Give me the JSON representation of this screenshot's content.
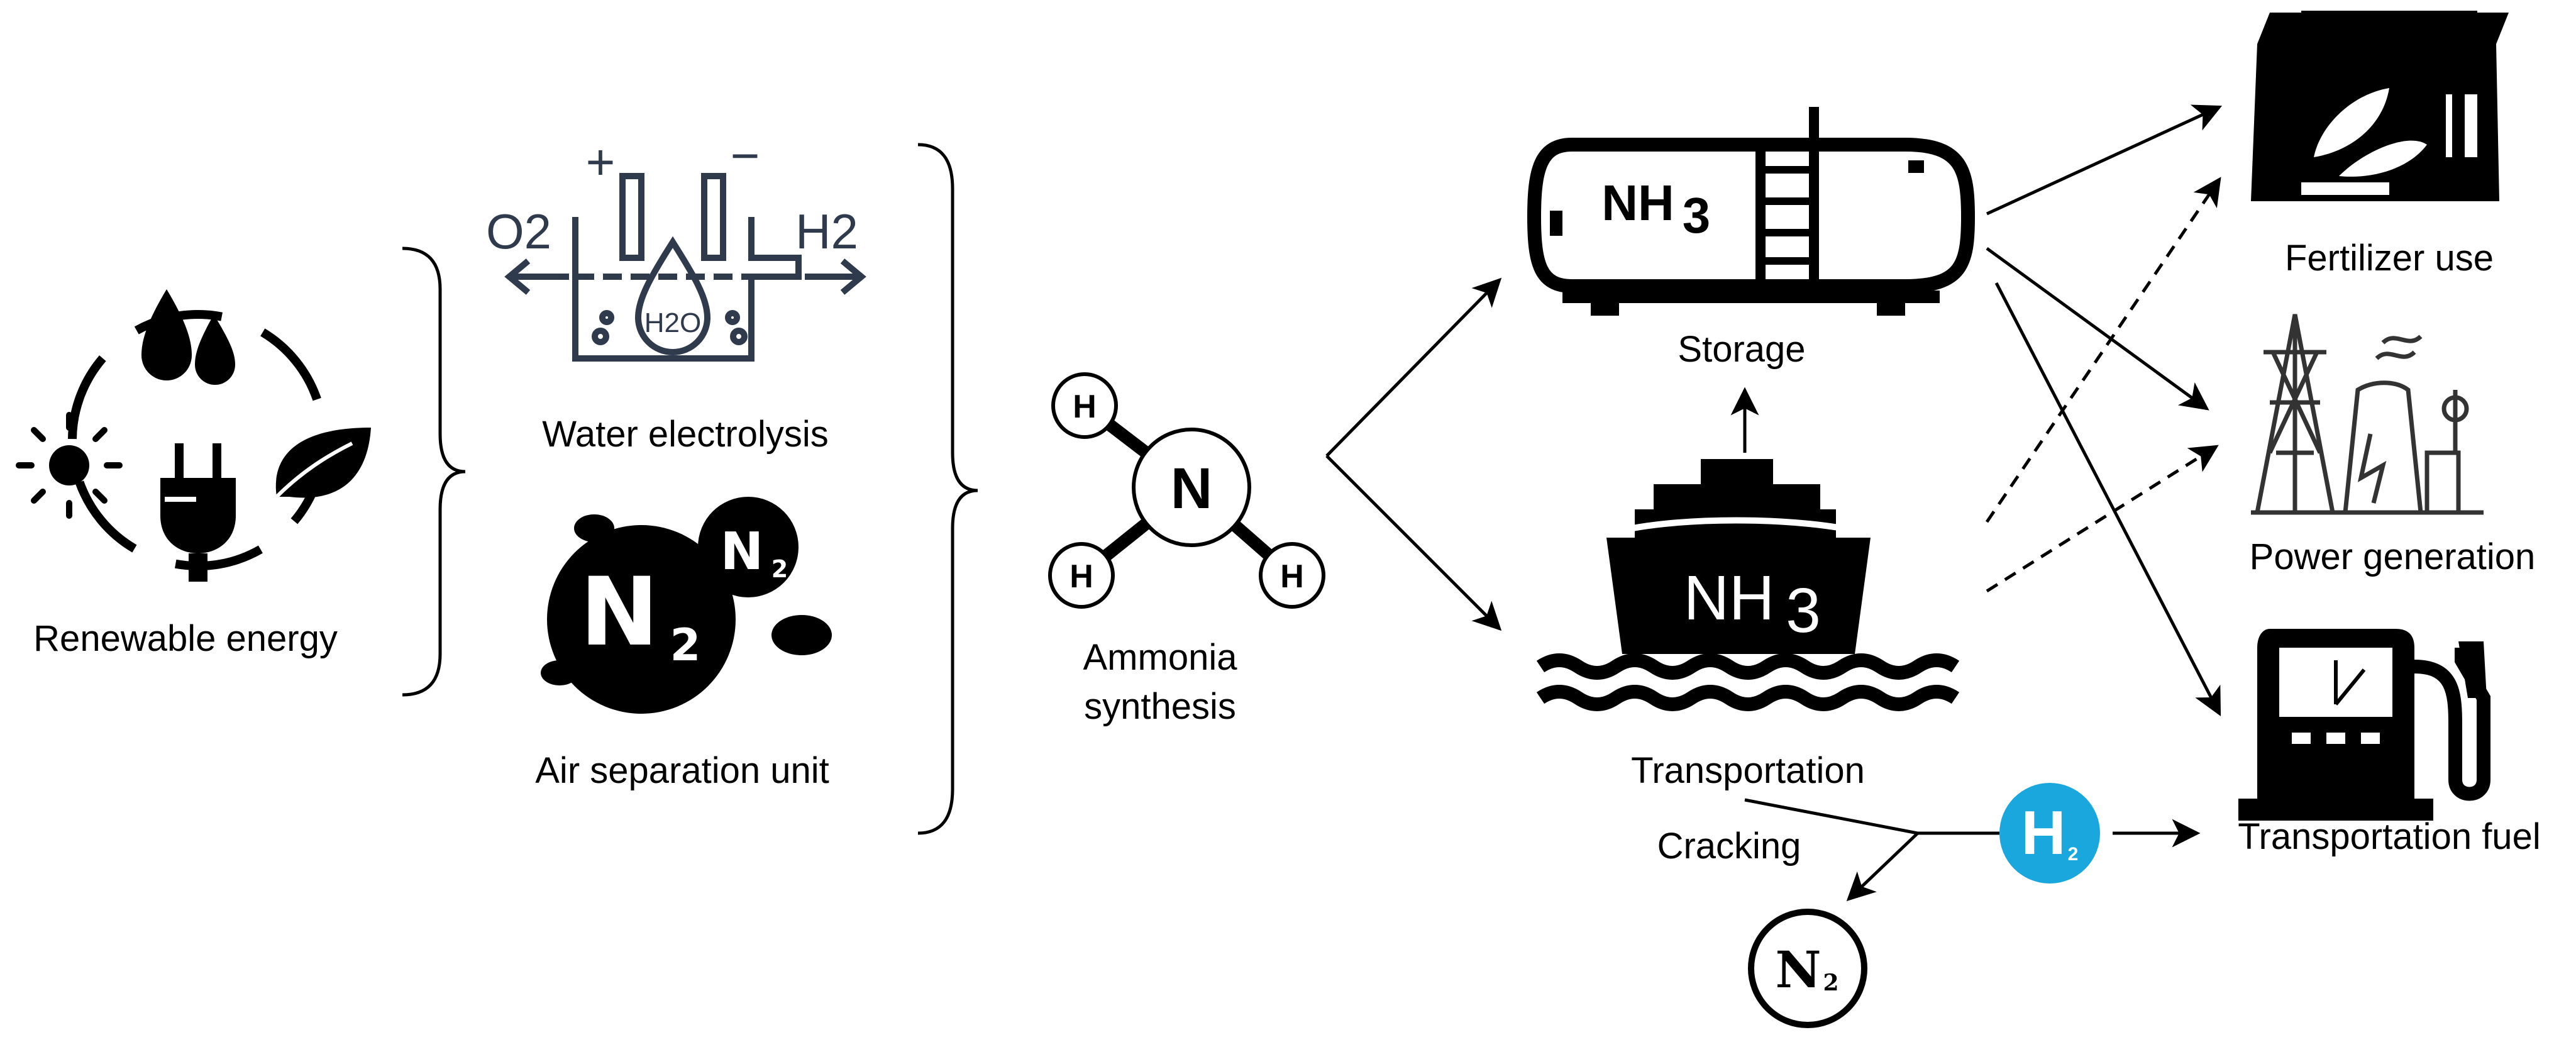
{
  "sources": {
    "renewable_energy": "Renewable energy",
    "water_electrolysis": "Water electrolysis",
    "air_separation": "Air separation unit",
    "electrolysis_o2": "O2",
    "electrolysis_h2": "H2",
    "electrolysis_h2o": "H2O",
    "electrolysis_plus": "+",
    "electrolysis_minus": "−",
    "n2_icon_big": "N",
    "n2_icon_big_sub": "2",
    "n2_icon_small": "N",
    "n2_icon_small_sub": "2"
  },
  "synthesis": {
    "label_line1": "Ammonia",
    "label_line2": "synthesis",
    "atom_n": "N",
    "atom_h": "H"
  },
  "logistics": {
    "storage": "Storage",
    "transportation": "Transportation",
    "tank_formula": "NH",
    "tank_formula_sub": "3",
    "ship_formula": "NH",
    "ship_formula_sub": "3",
    "cracking": "Cracking",
    "h2_badge": "H",
    "h2_badge_sub": "2",
    "n2_product": "N",
    "n2_product_sub": "2"
  },
  "uses": {
    "fertilizer": "Fertilizer use",
    "power": "Power generation",
    "fuel": "Transportation fuel"
  },
  "colors": {
    "ink": "#000000",
    "electrolysis_ink": "#2f3a4d",
    "h2_badge": "#1aa7de"
  }
}
